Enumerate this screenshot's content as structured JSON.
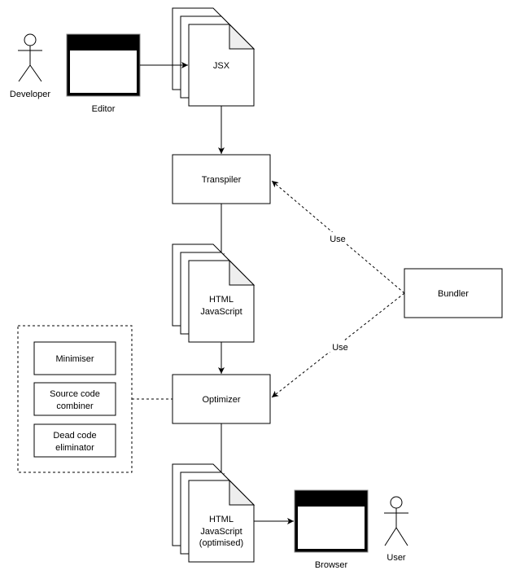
{
  "diagram": {
    "actors": {
      "developer": "Developer",
      "user": "User"
    },
    "windows": {
      "editor": "Editor",
      "browser": "Browser"
    },
    "documents": {
      "jsx": [
        "JSX"
      ],
      "html_js": [
        "HTML",
        "JavaScript"
      ],
      "html_js_optimised": [
        "HTML",
        "JavaScript",
        "(optimised)"
      ]
    },
    "processes": {
      "transpiler": "Transpiler",
      "optimizer": "Optimizer",
      "bundler": "Bundler"
    },
    "optimizer_group": {
      "minimiser": [
        "Minimiser"
      ],
      "source_combiner": [
        "Source code",
        "combiner"
      ],
      "dead_code": [
        "Dead code",
        "eliminator"
      ]
    },
    "edge_labels": {
      "bundler_transpiler": "Use",
      "bundler_optimizer": "Use"
    }
  }
}
